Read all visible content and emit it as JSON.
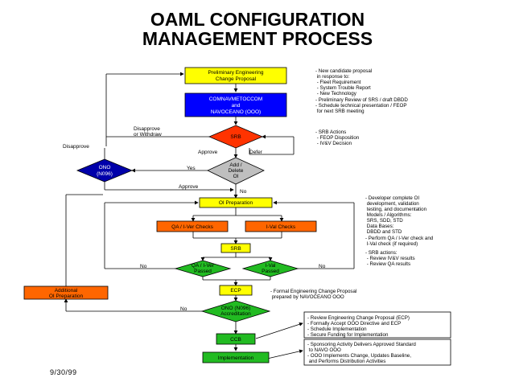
{
  "title": {
    "line1": "OAML CONFIGURATION",
    "line2": "MANAGEMENT PROCESS"
  },
  "colors": {
    "yellow": "#ffff00",
    "blue": "#0000ff",
    "red": "#ff3300",
    "orange": "#ff6600",
    "green": "#22bb22",
    "navy": "#0000aa",
    "gray": "#bfbfbf"
  },
  "boxes": {
    "prelim_ecp": [
      "Preliminary Engineering",
      "Change Proposal"
    ],
    "comnav": [
      "COMNAVMETOCCOM",
      "and",
      "NAVOCEANO (OOO)"
    ],
    "srb1": "SRB",
    "add_delete": [
      "Add /",
      "Delete",
      "OI"
    ],
    "ono": [
      "ONO",
      "(N096)"
    ],
    "oi_prep": "OI Preparation",
    "qa_checks": "QA / I-Ver Checks",
    "ival_checks": "I-Val Checks",
    "srb2": "SRB",
    "qa_passed": [
      "QA / I-Ver",
      "Passed"
    ],
    "ival_passed": [
      "I-Val",
      "Passed"
    ],
    "additional_oi": [
      "Additional",
      "OI Preparation"
    ],
    "ecp": "ECP",
    "ono_accred": [
      "ONO (N096)",
      "Accreditation"
    ],
    "ccb": "CCB",
    "implementation": "Implementation"
  },
  "labels": {
    "disapprove": "Disapprove",
    "disapprove_withdraw": [
      "Disapprove",
      "or Withdraw"
    ],
    "approve1": "Approve",
    "defer": "Defer",
    "yes": "Yes",
    "approve2": "Approve",
    "no1": "No",
    "no_left": "No",
    "no_right": "No",
    "no_accred": "No"
  },
  "notes": {
    "n1": [
      "- New candidate proposal",
      "  in response to:",
      "   - Fleet Requirement",
      "   - System Trouble Report",
      "   - New Technology"
    ],
    "n2": [
      "- Preliminary Review of SRS / draft DBDD",
      "- Schedule technical presentation / FEOP",
      "      for next SRB meeting"
    ],
    "n3": [
      "- SRB Actions",
      "   - FEOP Disposition",
      "   - IV&V Decision"
    ],
    "n4": [
      "- Developer complete OI",
      "  development, validation",
      "  testing, and documentation",
      "  Models / Algorithms:",
      "    SRS, SDD, STD",
      "  Data Bases:",
      "    DBDD and STD"
    ],
    "n5": [
      "- Perform QA / I-Ver check and",
      "  I-Val check (if required)"
    ],
    "n6": [
      "- SRB actions:",
      "   - Review IV&V results",
      "   - Review QA results"
    ],
    "n7": [
      "- Formal Engineering Change Proposal",
      "  prepared by NAVOCEANO OOO"
    ],
    "n8": [
      "- Review Engineering Change Proposal (ECP)",
      "- Formally Accept OOO Directive and ECP",
      "- Schedule Implementation",
      "- Secure Funding for Implementation"
    ],
    "n9": [
      "- Sponsoring Activity Delivers Approved Standard",
      "  to NAVO OOO",
      "- OOO Implements Change, Updates Baseline,",
      "  and Performs Distribution Activities"
    ]
  },
  "date": "9/30/99"
}
